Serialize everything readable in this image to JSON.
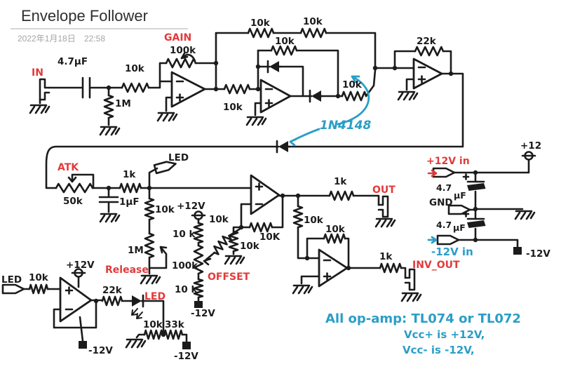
{
  "header": {
    "title": "Envelope Follower",
    "date": "2022年1月18日",
    "time": "22:58"
  },
  "colors": {
    "ink": "#1b1b1b",
    "red": "#e23a3a",
    "cyan": "#2a9ec6",
    "gray": "#a5a5a5"
  },
  "schematic": {
    "input_stage": {
      "in": "IN",
      "c_in": "4.7μF",
      "r_in": "10k",
      "r_shunt": "1M",
      "gain": "GAIN",
      "gain_pot": "100k"
    },
    "rectifier": {
      "r_top1": "10k",
      "r_top2": "10k",
      "r_fb_upper": "10k",
      "r_stage2": "10k",
      "r_rect": "10k",
      "r_fb3": "22k",
      "diode_note": "1N4148"
    },
    "envelope": {
      "atk": "ATK",
      "atk_pot": "50k",
      "c_env": "1μF",
      "r_env": "1k",
      "led_conn": "LED",
      "r_rel": "10k",
      "rel_pot": "1M",
      "release": "Release"
    },
    "offset": {
      "p12v": "+12V",
      "r_top": "10 k",
      "pot": "100k",
      "offset": "OFFSET",
      "r_bot": "10 k",
      "n12v": "-12V",
      "r_sum": "10k"
    },
    "output": {
      "r4_gnd": "10k",
      "r4_fb": "10K",
      "r_out": "1k",
      "out": "OUT",
      "r_mid": "10k",
      "r5_fb": "10k",
      "r_inv": "1k",
      "inv_out": "INV_OUT"
    },
    "power": {
      "p12v_in": "+12V in",
      "p12_term": "+12",
      "gnd_conn": "GND",
      "cap1": "4.7",
      "cap1_u": "μF",
      "cap2": "4.7",
      "cap2_u": "μF",
      "n12v_in": "-12V in",
      "n12v_term": "-12V"
    },
    "led_driver": {
      "led_conn": "LED",
      "r_in": "10k",
      "p12v": "+12V",
      "r_out": "22k",
      "led": "LED",
      "r_gnd": "10k",
      "r_neg": "33k",
      "n12v_a": "-12V",
      "n12v_b": "-12V"
    },
    "notes": {
      "line1": "All op-amp: TL074 or TL072",
      "line2": "Vcc+ is +12V,",
      "line3": "Vcc- is -12V,"
    }
  }
}
